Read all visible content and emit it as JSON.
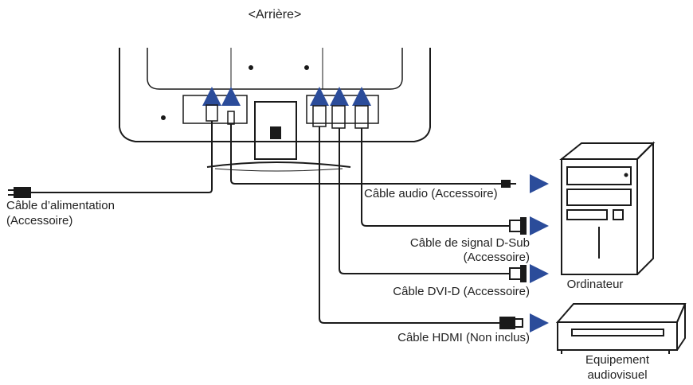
{
  "title": "<Arrière>",
  "labels": {
    "power_cable": "Câble d’alimentation",
    "power_cable_sub": "(Accessoire)",
    "audio_cable": "Câble audio (Accessoire)",
    "dsub_cable": "Câble de signal D-Sub",
    "dsub_cable_sub": "(Accessoire)",
    "dvi_cable": "Câble DVI-D (Accessoire)",
    "hdmi_cable": "Câble HDMI (Non inclus)",
    "computer": "Ordinateur",
    "av_equipment_line1": "Equipement",
    "av_equipment_line2": "audiovisuel"
  },
  "colors": {
    "line": "#1a1a1a",
    "arrow": "#2b4c9a"
  }
}
